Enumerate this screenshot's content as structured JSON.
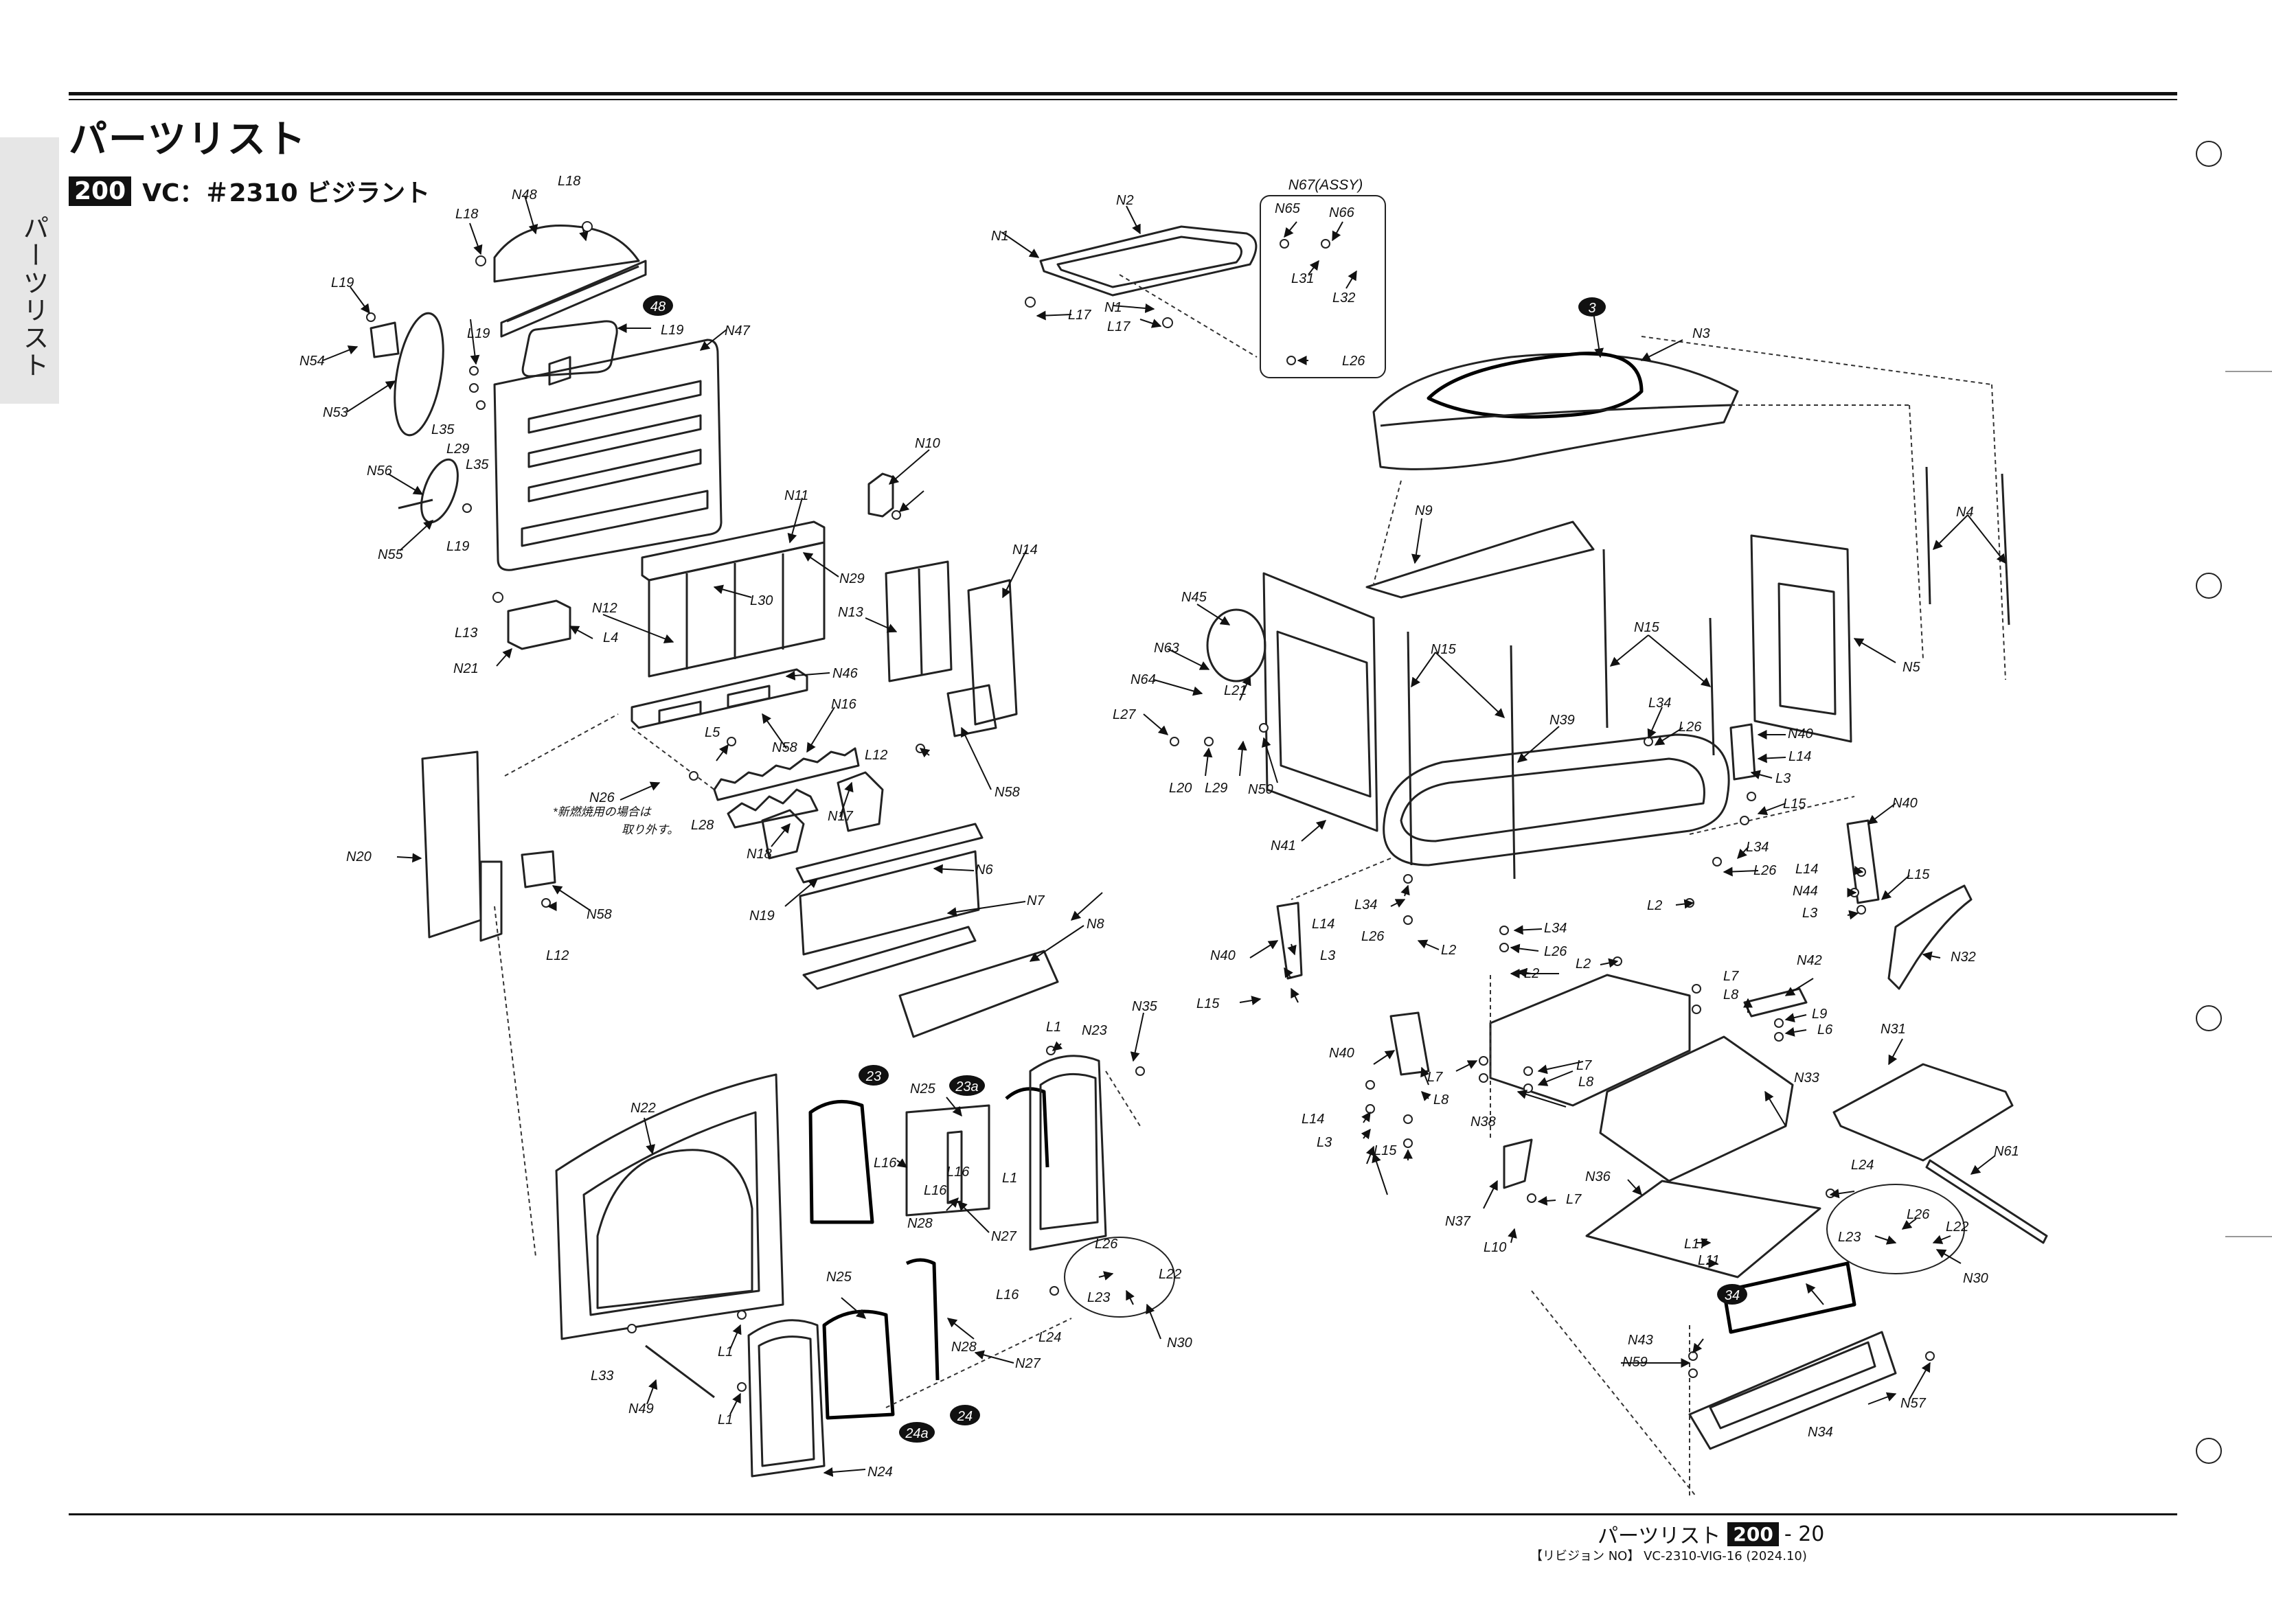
{
  "header": {
    "side_tab": "パーツリスト",
    "page_title": "パーツリスト",
    "badge": "200",
    "model": "VC：＃2310 ビジラント"
  },
  "diagram": {
    "assembly_title": "N67(ASSY)",
    "note_line1": "*新燃焼用の場合は",
    "note_line2": "取り外す。",
    "callouts_numbered": [
      "48",
      "3",
      "23",
      "23a",
      "24",
      "24a",
      "34"
    ]
  },
  "footer": {
    "label": "パーツリスト",
    "badge": "200",
    "page": "- 20",
    "revision": "【リビジョン NO】 VC-2310-VIG-16 (2024.10)"
  },
  "labels": {
    "N1a": "N1",
    "N1b": "N1",
    "N2": "N2",
    "N3": "N3",
    "N4": "N4",
    "N5": "N5",
    "N6": "N6",
    "N7": "N7",
    "N8": "N8",
    "N9": "N9",
    "N10": "N10",
    "N11": "N11",
    "N12": "N12",
    "N13": "N13",
    "N14": "N14",
    "N15a": "N15",
    "N15b": "N15",
    "N16": "N16",
    "N17": "N17",
    "N18": "N18",
    "N19": "N19",
    "N20": "N20",
    "N21": "N21",
    "N22": "N22",
    "N23": "N23",
    "N24": "N24",
    "N25a": "N25",
    "N25b": "N25",
    "N26": "N26",
    "N27a": "N27",
    "N27b": "N27",
    "N28a": "N28",
    "N28b": "N28",
    "N29": "N29",
    "N30a": "N30",
    "N30b": "N30",
    "N31": "N31",
    "N32": "N32",
    "N33": "N33",
    "N34": "N34",
    "N35": "N35",
    "N36": "N36",
    "N37": "N37",
    "N38": "N38",
    "N39": "N39",
    "N40a": "N40",
    "N40b": "N40",
    "N40c": "N40",
    "N40d": "N40",
    "N41": "N41",
    "N42": "N42",
    "N43": "N43",
    "N44": "N44",
    "N45": "N45",
    "N46": "N46",
    "N47": "N47",
    "N48": "N48",
    "N49": "N49",
    "N50": "N50",
    "N53": "N53",
    "N54": "N54",
    "N55": "N55",
    "N56": "N56",
    "N57": "N57",
    "N58a": "N58",
    "N58b": "N58",
    "N58c": "N58",
    "N59": "N59",
    "N61": "N61",
    "N63": "N63",
    "N64": "N64",
    "N65": "N65",
    "N66": "N66",
    "L1a": "L1",
    "L1b": "L1",
    "L1c": "L1",
    "L1d": "L1",
    "L2a": "L2",
    "L2b": "L2",
    "L2c": "L2",
    "L2d": "L2",
    "L3a": "L3",
    "L3b": "L3",
    "L3c": "L3",
    "L3d": "L3",
    "L4": "L4",
    "L5": "L5",
    "L6": "L6",
    "L7a": "L7",
    "L7b": "L7",
    "L7c": "L7",
    "L7d": "L7",
    "L8a": "L8",
    "L8b": "L8",
    "L8c": "L8",
    "L9": "L9",
    "L10": "L10",
    "L11": "L11",
    "L12a": "L12",
    "L12b": "L12",
    "L13": "L13",
    "L14a": "L14",
    "L14b": "L14",
    "L14c": "L14",
    "L14d": "L14",
    "L15a": "L15",
    "L15b": "L15",
    "L15c": "L15",
    "L15d": "L15",
    "L16a": "L16",
    "L16b": "L16",
    "L16c": "L16",
    "L16d": "L16",
    "L17a": "L17",
    "L17b": "L17",
    "L17c": "L17",
    "L18a": "L18",
    "L18b": "L18",
    "L19a": "L19",
    "L19b": "L19",
    "L19c": "L19",
    "L19d": "L19",
    "L20": "L20",
    "L21": "L21",
    "L22a": "L22",
    "L22b": "L22",
    "L23a": "L23",
    "L23b": "L23",
    "L24a": "L24",
    "L24b": "L24",
    "L26a": "L26",
    "L26b": "L26",
    "L26c": "L26",
    "L26d": "L26",
    "L26e": "L26",
    "L26f": "L26",
    "L26g": "L26",
    "L27": "L27",
    "L28": "L28",
    "L29a": "L29",
    "L29b": "L29",
    "L30": "L30",
    "L31": "L31",
    "L32": "L32",
    "L33": "L33",
    "L34a": "L34",
    "L34b": "L34",
    "L34c": "L34",
    "L34d": "L34",
    "L35a": "L35",
    "L35b": "L35"
  }
}
